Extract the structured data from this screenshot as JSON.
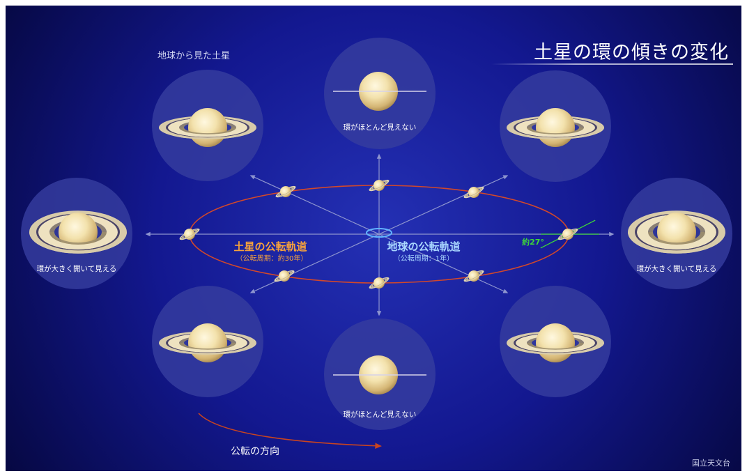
{
  "title": "土星の環の傾きの変化",
  "view_heading": "地球から見た土星",
  "view_labels": {
    "top": "環がほとんど見えない",
    "bottom": "環がほとんど見えない",
    "left": "環が大きく開いて見える",
    "right": "環が大きく開いて見える"
  },
  "saturn_orbit": {
    "label": "土星の公転軌道",
    "period": "（公転周期：約30年）"
  },
  "earth_orbit": {
    "label": "地球の公転軌道",
    "period": "（公転周期：1年）"
  },
  "ring_tilt_label": "約27°",
  "direction_label": "公転の方向",
  "credit": "国立天文台",
  "colors": {
    "background_center": "#2430b4",
    "background_edge": "#060842",
    "view_disc": "#363d9f",
    "saturn_orbit": "#d2482a",
    "earth_orbit": "#62b4ff",
    "axis": "#8e95cf",
    "saturn_orbit_label": "#f6a23c",
    "earth_orbit_label": "#a9d6ff",
    "ring_tilt": "#3ed838",
    "direction_arrow": "#c9441f",
    "text": "#ffffff"
  }
}
